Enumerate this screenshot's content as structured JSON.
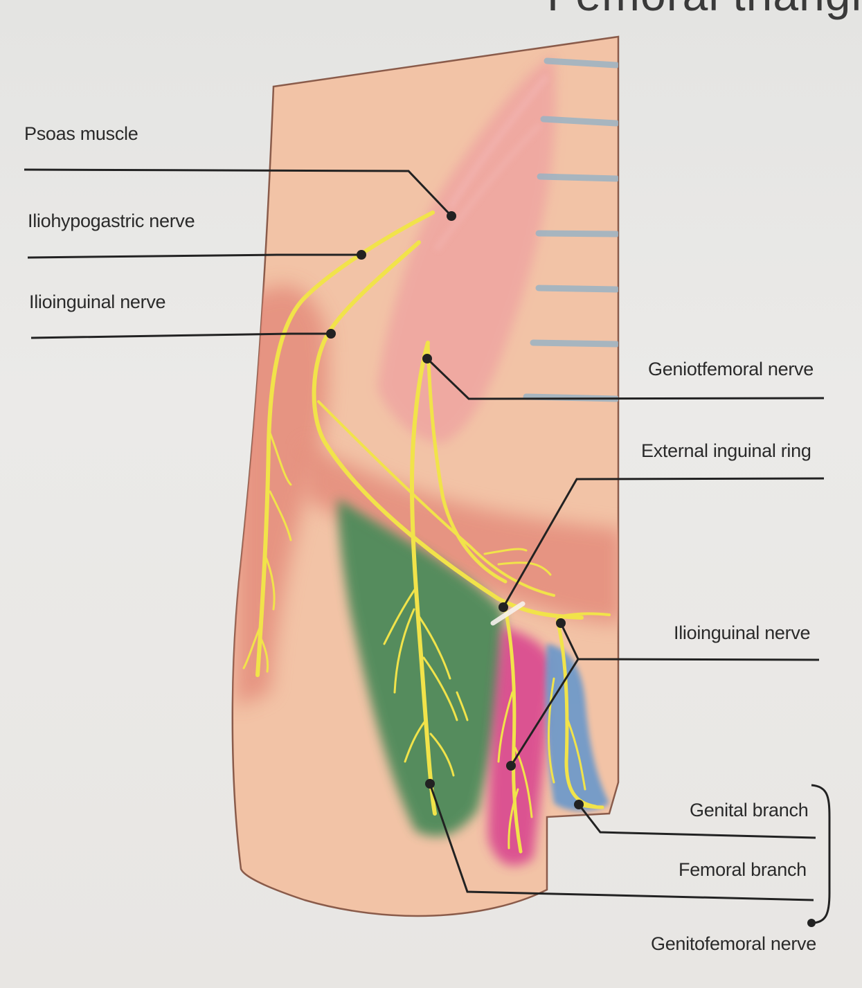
{
  "heading_fragment": "Femoral triangle",
  "labels": {
    "psoas_muscle": "Psoas muscle",
    "iliohypogastric_nerve": "Iliohypogastric nerve",
    "ilioinguinal_nerve_left": "Ilioinguinal nerve",
    "genitofemoral_nerve_top": "Geniotfemoral nerve",
    "external_inguinal_ring": "External inguinal ring",
    "ilioinguinal_nerve_right": "Ilioinguinal nerve",
    "genital_branch": "Genital branch",
    "femoral_branch": "Femoral branch",
    "genitofemoral_nerve_bottom": "Genitofemoral nerve"
  },
  "colors": {
    "skin": "#f2c3a6",
    "muscle": "#e99a8a",
    "nerve": "#f1e34a",
    "femoral_triangle": "#4e8a5a",
    "magenta_region": "#d9468f",
    "blue_region": "#6f9ac9",
    "spine_stripes": "#9ab3c4",
    "leader_line": "#222222"
  }
}
